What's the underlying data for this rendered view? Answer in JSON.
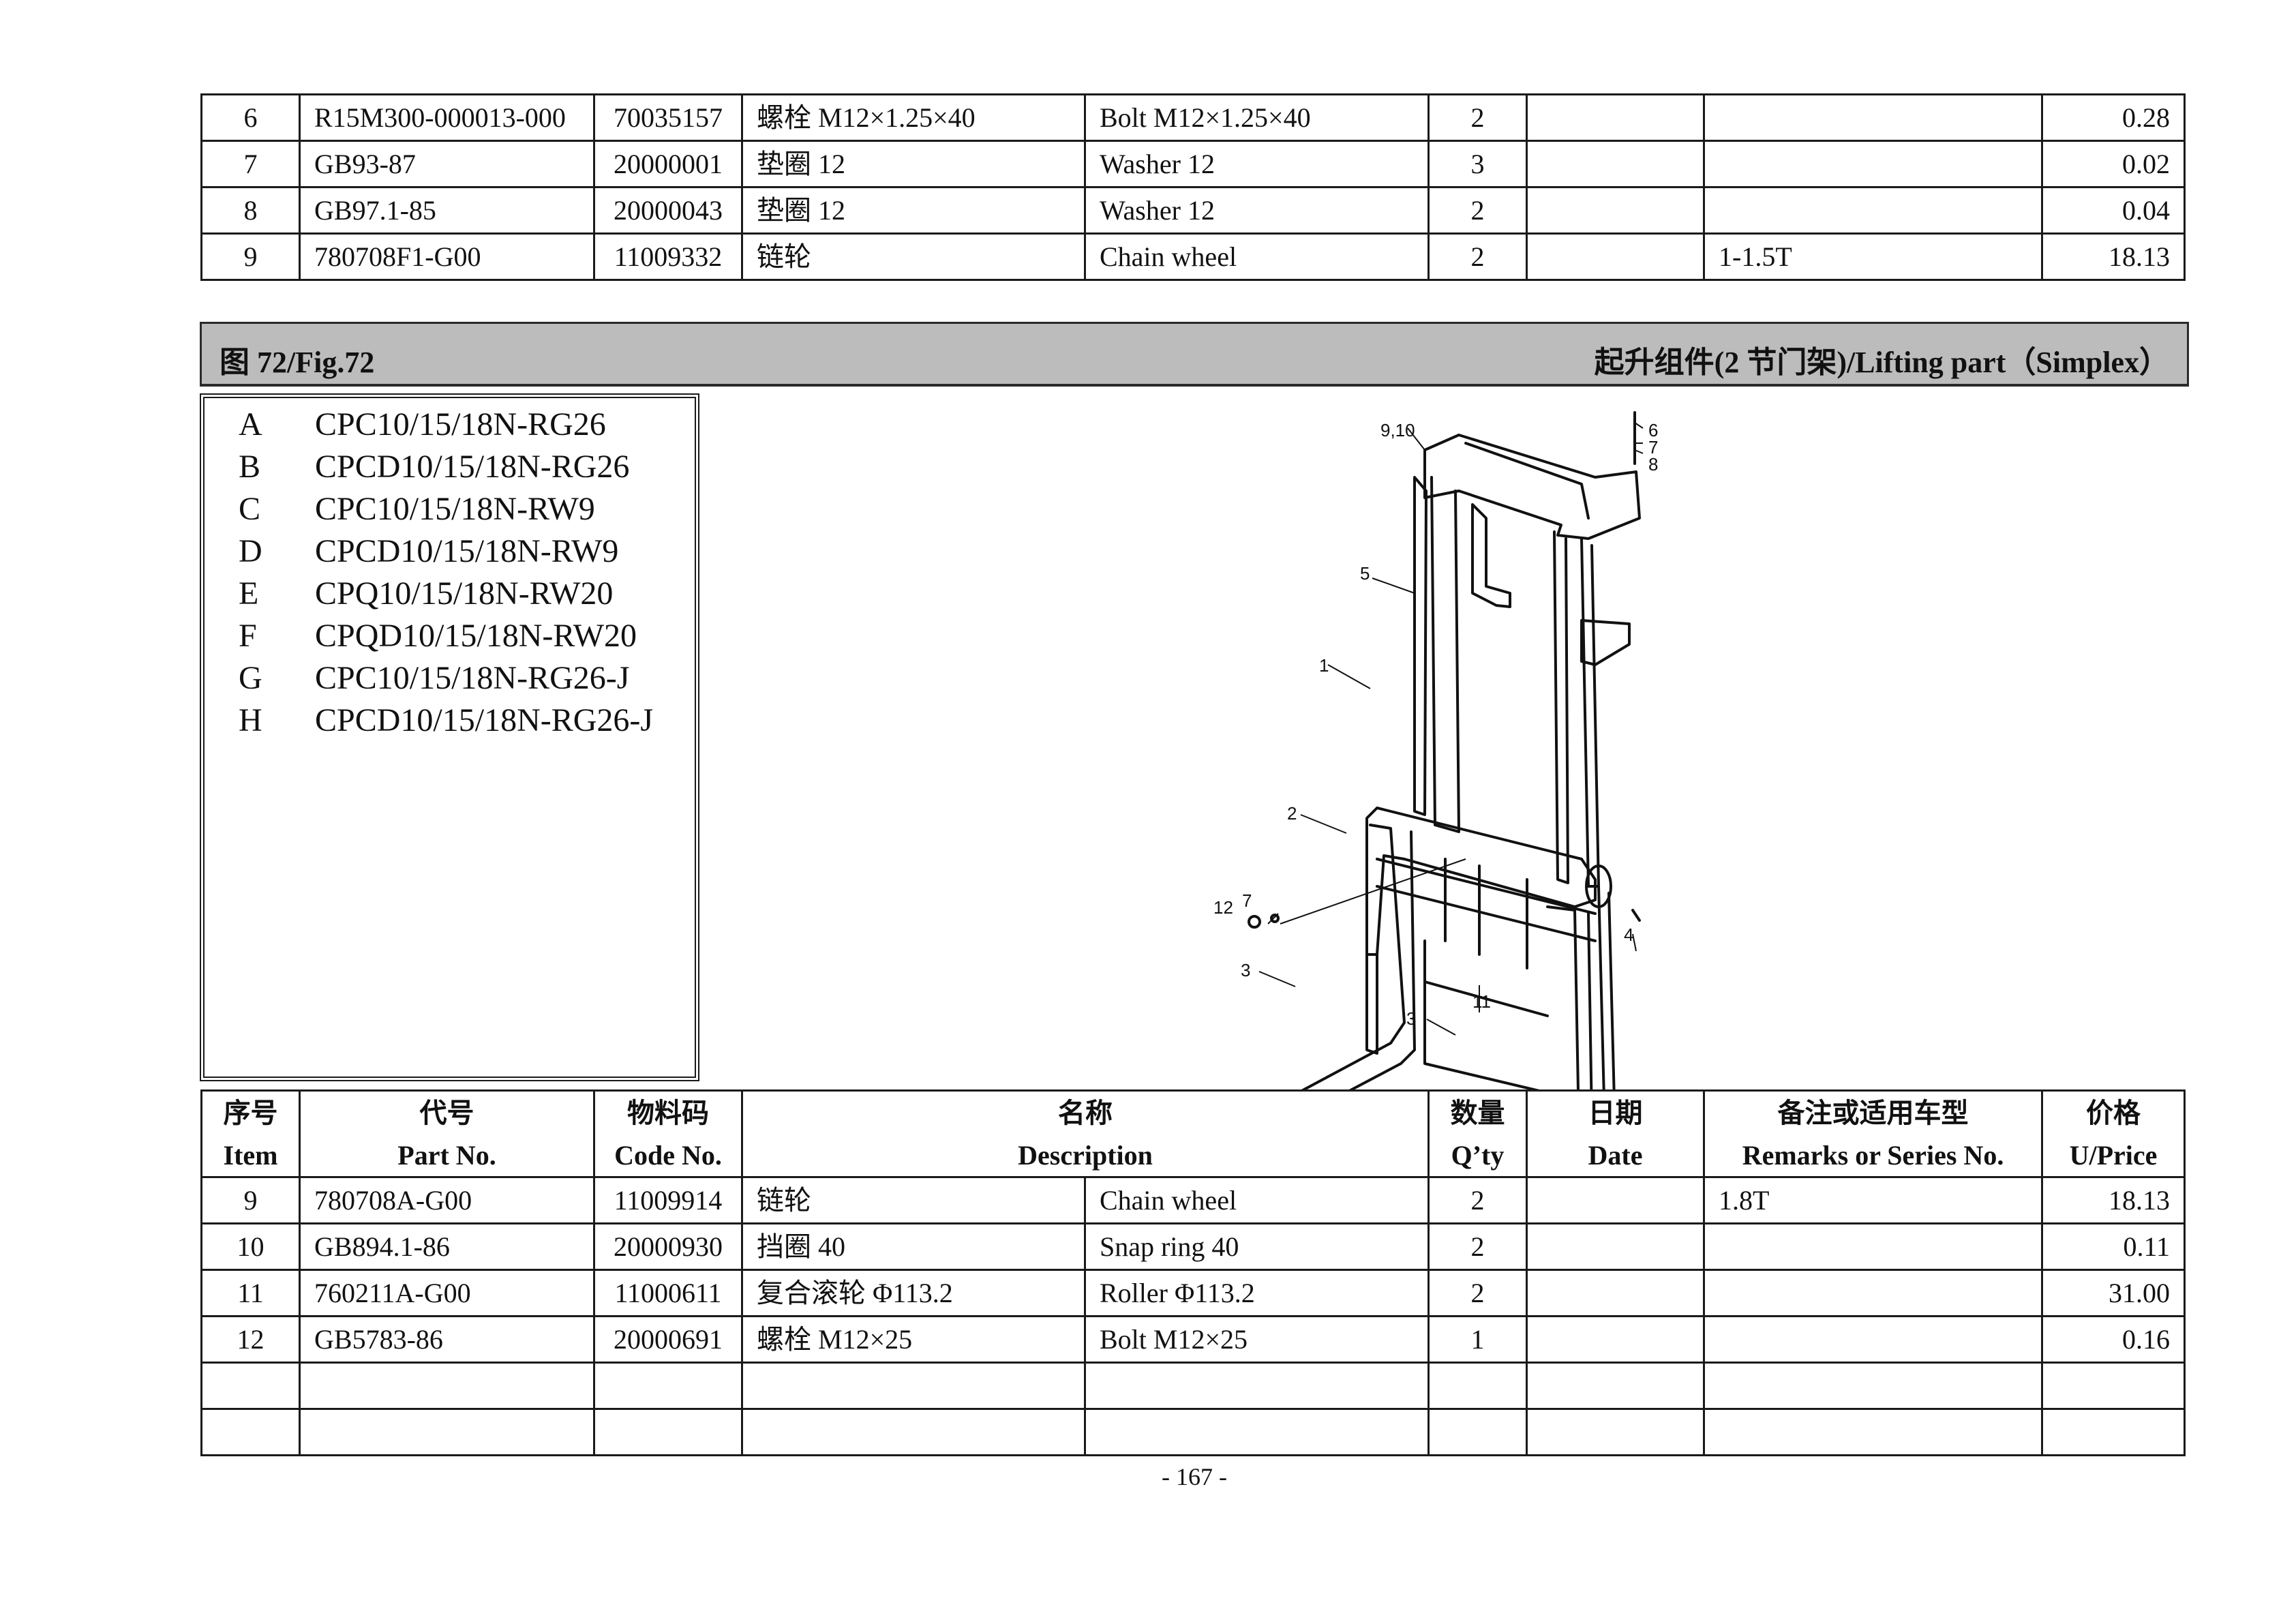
{
  "top_table": {
    "rows": [
      {
        "item": "6",
        "part_no": "R15M300-000013-000",
        "code_no": "70035157",
        "name_cn": "螺栓  M12×1.25×40",
        "name_en": "Bolt M12×1.25×40",
        "qty": "2",
        "date": "",
        "remarks": "",
        "price": "0.28"
      },
      {
        "item": "7",
        "part_no": "GB93-87",
        "code_no": "20000001",
        "name_cn": "垫圈  12",
        "name_en": "Washer 12",
        "qty": "3",
        "date": "",
        "remarks": "",
        "price": "0.02"
      },
      {
        "item": "8",
        "part_no": "GB97.1-85",
        "code_no": "20000043",
        "name_cn": "垫圈  12",
        "name_en": "Washer 12",
        "qty": "2",
        "date": "",
        "remarks": "",
        "price": "0.04"
      },
      {
        "item": "9",
        "part_no": "780708F1-G00",
        "code_no": "11009332",
        "name_cn": "链轮",
        "name_en": "Chain wheel",
        "qty": "2",
        "date": "",
        "remarks": "1-1.5T",
        "price": "18.13"
      }
    ]
  },
  "figure": {
    "number_label": "图  72/Fig.72",
    "title": "起升组件(2 节门架)/Lifting part（Simplex）"
  },
  "models": [
    {
      "letter": "A",
      "name": "CPC10/15/18N-RG26"
    },
    {
      "letter": "B",
      "name": "CPCD10/15/18N-RG26"
    },
    {
      "letter": "C",
      "name": "CPC10/15/18N-RW9"
    },
    {
      "letter": "D",
      "name": "CPCD10/15/18N-RW9"
    },
    {
      "letter": "E",
      "name": "CPQ10/15/18N-RW20"
    },
    {
      "letter": "F",
      "name": "CPQD10/15/18N-RW20"
    },
    {
      "letter": "G",
      "name": "CPC10/15/18N-RG26-J"
    },
    {
      "letter": "H",
      "name": "CPCD10/15/18N-RG26-J"
    }
  ],
  "diagram": {
    "callouts": [
      "9,10",
      "6",
      "7",
      "8",
      "5",
      "1",
      "2",
      "12",
      "7",
      "4",
      "3",
      "11",
      "3"
    ]
  },
  "bottom_table": {
    "headers": {
      "item": {
        "cn": "序号",
        "en": "Item"
      },
      "part_no": {
        "cn": "代号",
        "en": "Part No."
      },
      "code_no": {
        "cn": "物料码",
        "en": "Code No."
      },
      "description": {
        "cn": "名称",
        "en": "Description"
      },
      "qty": {
        "cn": "数量",
        "en": "Q’ty"
      },
      "date": {
        "cn": "日期",
        "en": "Date"
      },
      "remarks": {
        "cn": "备注或适用车型",
        "en": "Remarks or Series No."
      },
      "price": {
        "cn": "价格",
        "en": "U/Price"
      }
    },
    "rows": [
      {
        "item": "9",
        "part_no": "780708A-G00",
        "code_no": "11009914",
        "name_cn": "链轮",
        "name_en": "Chain wheel",
        "qty": "2",
        "date": "",
        "remarks": "1.8T",
        "price": "18.13"
      },
      {
        "item": "10",
        "part_no": "GB894.1-86",
        "code_no": "20000930",
        "name_cn": "挡圈  40",
        "name_en": "Snap ring 40",
        "qty": "2",
        "date": "",
        "remarks": "",
        "price": "0.11"
      },
      {
        "item": "11",
        "part_no": "760211A-G00",
        "code_no": "11000611",
        "name_cn": "复合滚轮  Φ113.2",
        "name_en": "Roller Φ113.2",
        "qty": "2",
        "date": "",
        "remarks": "",
        "price": "31.00"
      },
      {
        "item": "12",
        "part_no": "GB5783-86",
        "code_no": "20000691",
        "name_cn": "螺栓  M12×25",
        "name_en": "Bolt M12×25",
        "qty": "1",
        "date": "",
        "remarks": "",
        "price": "0.16"
      },
      {
        "item": "",
        "part_no": "",
        "code_no": "",
        "name_cn": "",
        "name_en": "",
        "qty": "",
        "date": "",
        "remarks": "",
        "price": ""
      },
      {
        "item": "",
        "part_no": "",
        "code_no": "",
        "name_cn": "",
        "name_en": "",
        "qty": "",
        "date": "",
        "remarks": "",
        "price": ""
      }
    ]
  },
  "footer": {
    "page_number": "- 167 -"
  }
}
